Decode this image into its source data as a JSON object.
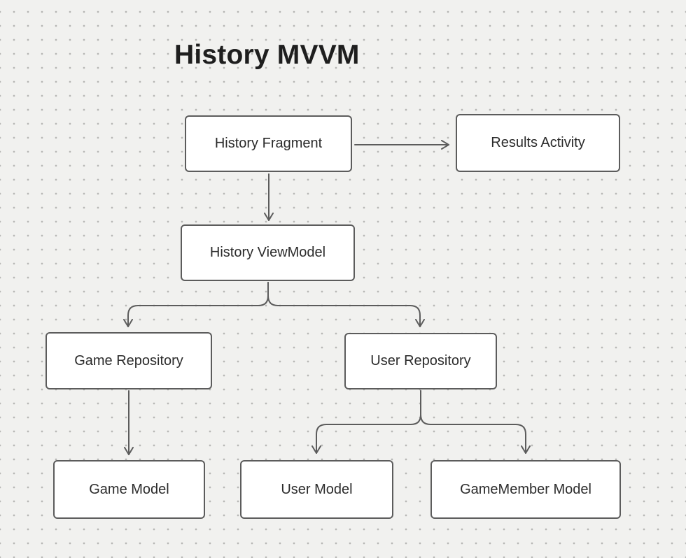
{
  "diagram": {
    "title": "History MVVM",
    "nodes": [
      {
        "id": "history-fragment",
        "label": "History Fragment"
      },
      {
        "id": "results-activity",
        "label": "Results Activity"
      },
      {
        "id": "history-viewmodel",
        "label": "History ViewModel"
      },
      {
        "id": "game-repository",
        "label": "Game Repository"
      },
      {
        "id": "user-repository",
        "label": "User Repository"
      },
      {
        "id": "game-model",
        "label": "Game Model"
      },
      {
        "id": "user-model",
        "label": "User Model"
      },
      {
        "id": "gamemember-model",
        "label": "GameMember Model"
      }
    ],
    "edges": [
      {
        "from": "history-fragment",
        "to": "results-activity"
      },
      {
        "from": "history-fragment",
        "to": "history-viewmodel"
      },
      {
        "from": "history-viewmodel",
        "to": "game-repository"
      },
      {
        "from": "history-viewmodel",
        "to": "user-repository"
      },
      {
        "from": "game-repository",
        "to": "game-model"
      },
      {
        "from": "user-repository",
        "to": "user-model"
      },
      {
        "from": "user-repository",
        "to": "gamemember-model"
      }
    ],
    "colors": {
      "background": "#f1f1ef",
      "grid_dot": "#b6b6b4",
      "node_fill": "#ffffff",
      "node_border": "#5c5c5c",
      "connector": "#5c5c5c",
      "node_text": "#2b2b2b",
      "title_text": "#1e1e1e"
    }
  }
}
